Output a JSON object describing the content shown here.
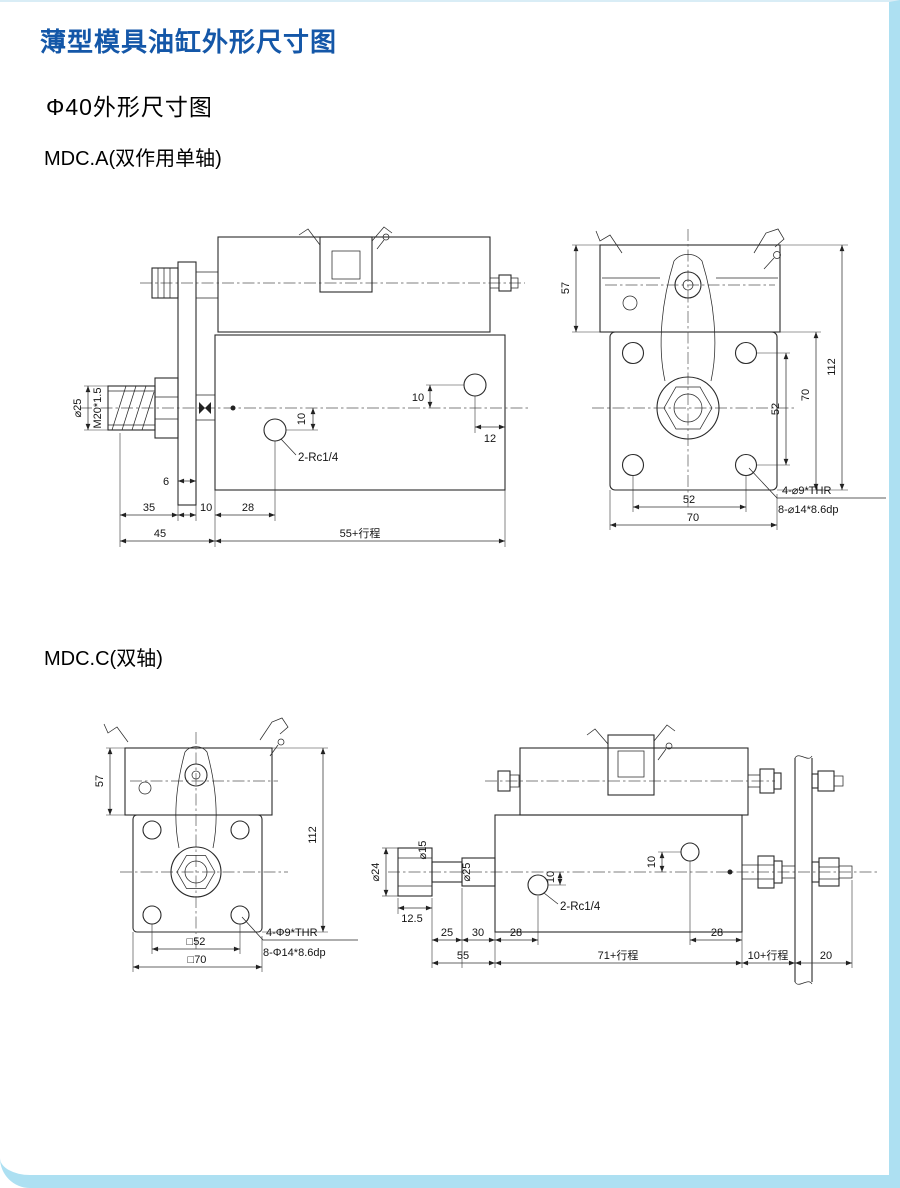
{
  "page": {
    "title": "薄型模具油缸外形尺寸图",
    "subtitle": "Φ40外形尺寸图"
  },
  "colors": {
    "accent_blue": "#1457a8",
    "frame_cyan": "#ade0f2"
  },
  "mdca": {
    "label": "MDC.A(双作用单轴)",
    "side": {
      "dia25": "⌀25",
      "thread": "M20*1.5",
      "port1_offset": "10",
      "edge_dist": "12",
      "port_label": "2-Rc1/4",
      "port2_offset": "10",
      "gap": "6",
      "rod_len": "35",
      "flange_t": "10",
      "port_x": "28",
      "front_len": "45",
      "body_len": "55+行程"
    },
    "front": {
      "head_h": "57",
      "total_h": "112",
      "body_h": "70",
      "bolt_v": "52",
      "bolt_b": "52",
      "body_w": "70",
      "thread_note": "4-⌀9*THR",
      "cbore_note": "8-⌀14*8.6dp"
    }
  },
  "mdcc": {
    "label": "MDC.C(双轴)",
    "front": {
      "head_h": "57",
      "total_h": "112",
      "bolt_sq": "□52",
      "body_sq": "□70",
      "thread_note": "4-Φ9*THR",
      "cbore_note": "8-Φ14*8.6dp"
    },
    "side": {
      "dia24": "⌀24",
      "dia15": "⌀15",
      "dia25": "⌀25",
      "d125": "12.5",
      "port1_offset": "10",
      "port_label": "2-Rc1/4",
      "port2_offset": "10",
      "d25": "25",
      "d30": "30",
      "d28a": "28",
      "d28b": "28",
      "d55": "55",
      "d71": "71+行程",
      "d10s": "10+行程",
      "d20": "20"
    }
  }
}
